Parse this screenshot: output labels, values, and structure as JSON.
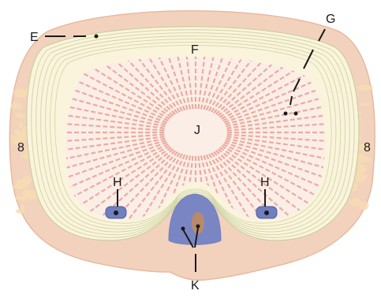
{
  "labels": {
    "E": "E",
    "F": "F",
    "G": "G",
    "J": "J",
    "H_left": "H",
    "H_right": "H",
    "K": "K",
    "eight_left": "8",
    "eight_right": "8"
  },
  "colors": {
    "outer_disc": "#f3d2bd",
    "outer_disc_edge": "#e6b9a0",
    "annulus_light": "#fbf4dc",
    "annulus_line": "#c8cf9e",
    "nucleus_bg": "#fbeee6",
    "nucleus_fiber": "#e9a49a",
    "fat_side": "#f6dcb1",
    "vessel_blue": "#6f7fbf",
    "canal_blue": "#7a86c4",
    "canal_core": "#b98a6a",
    "ink": "#1a1a1a"
  }
}
